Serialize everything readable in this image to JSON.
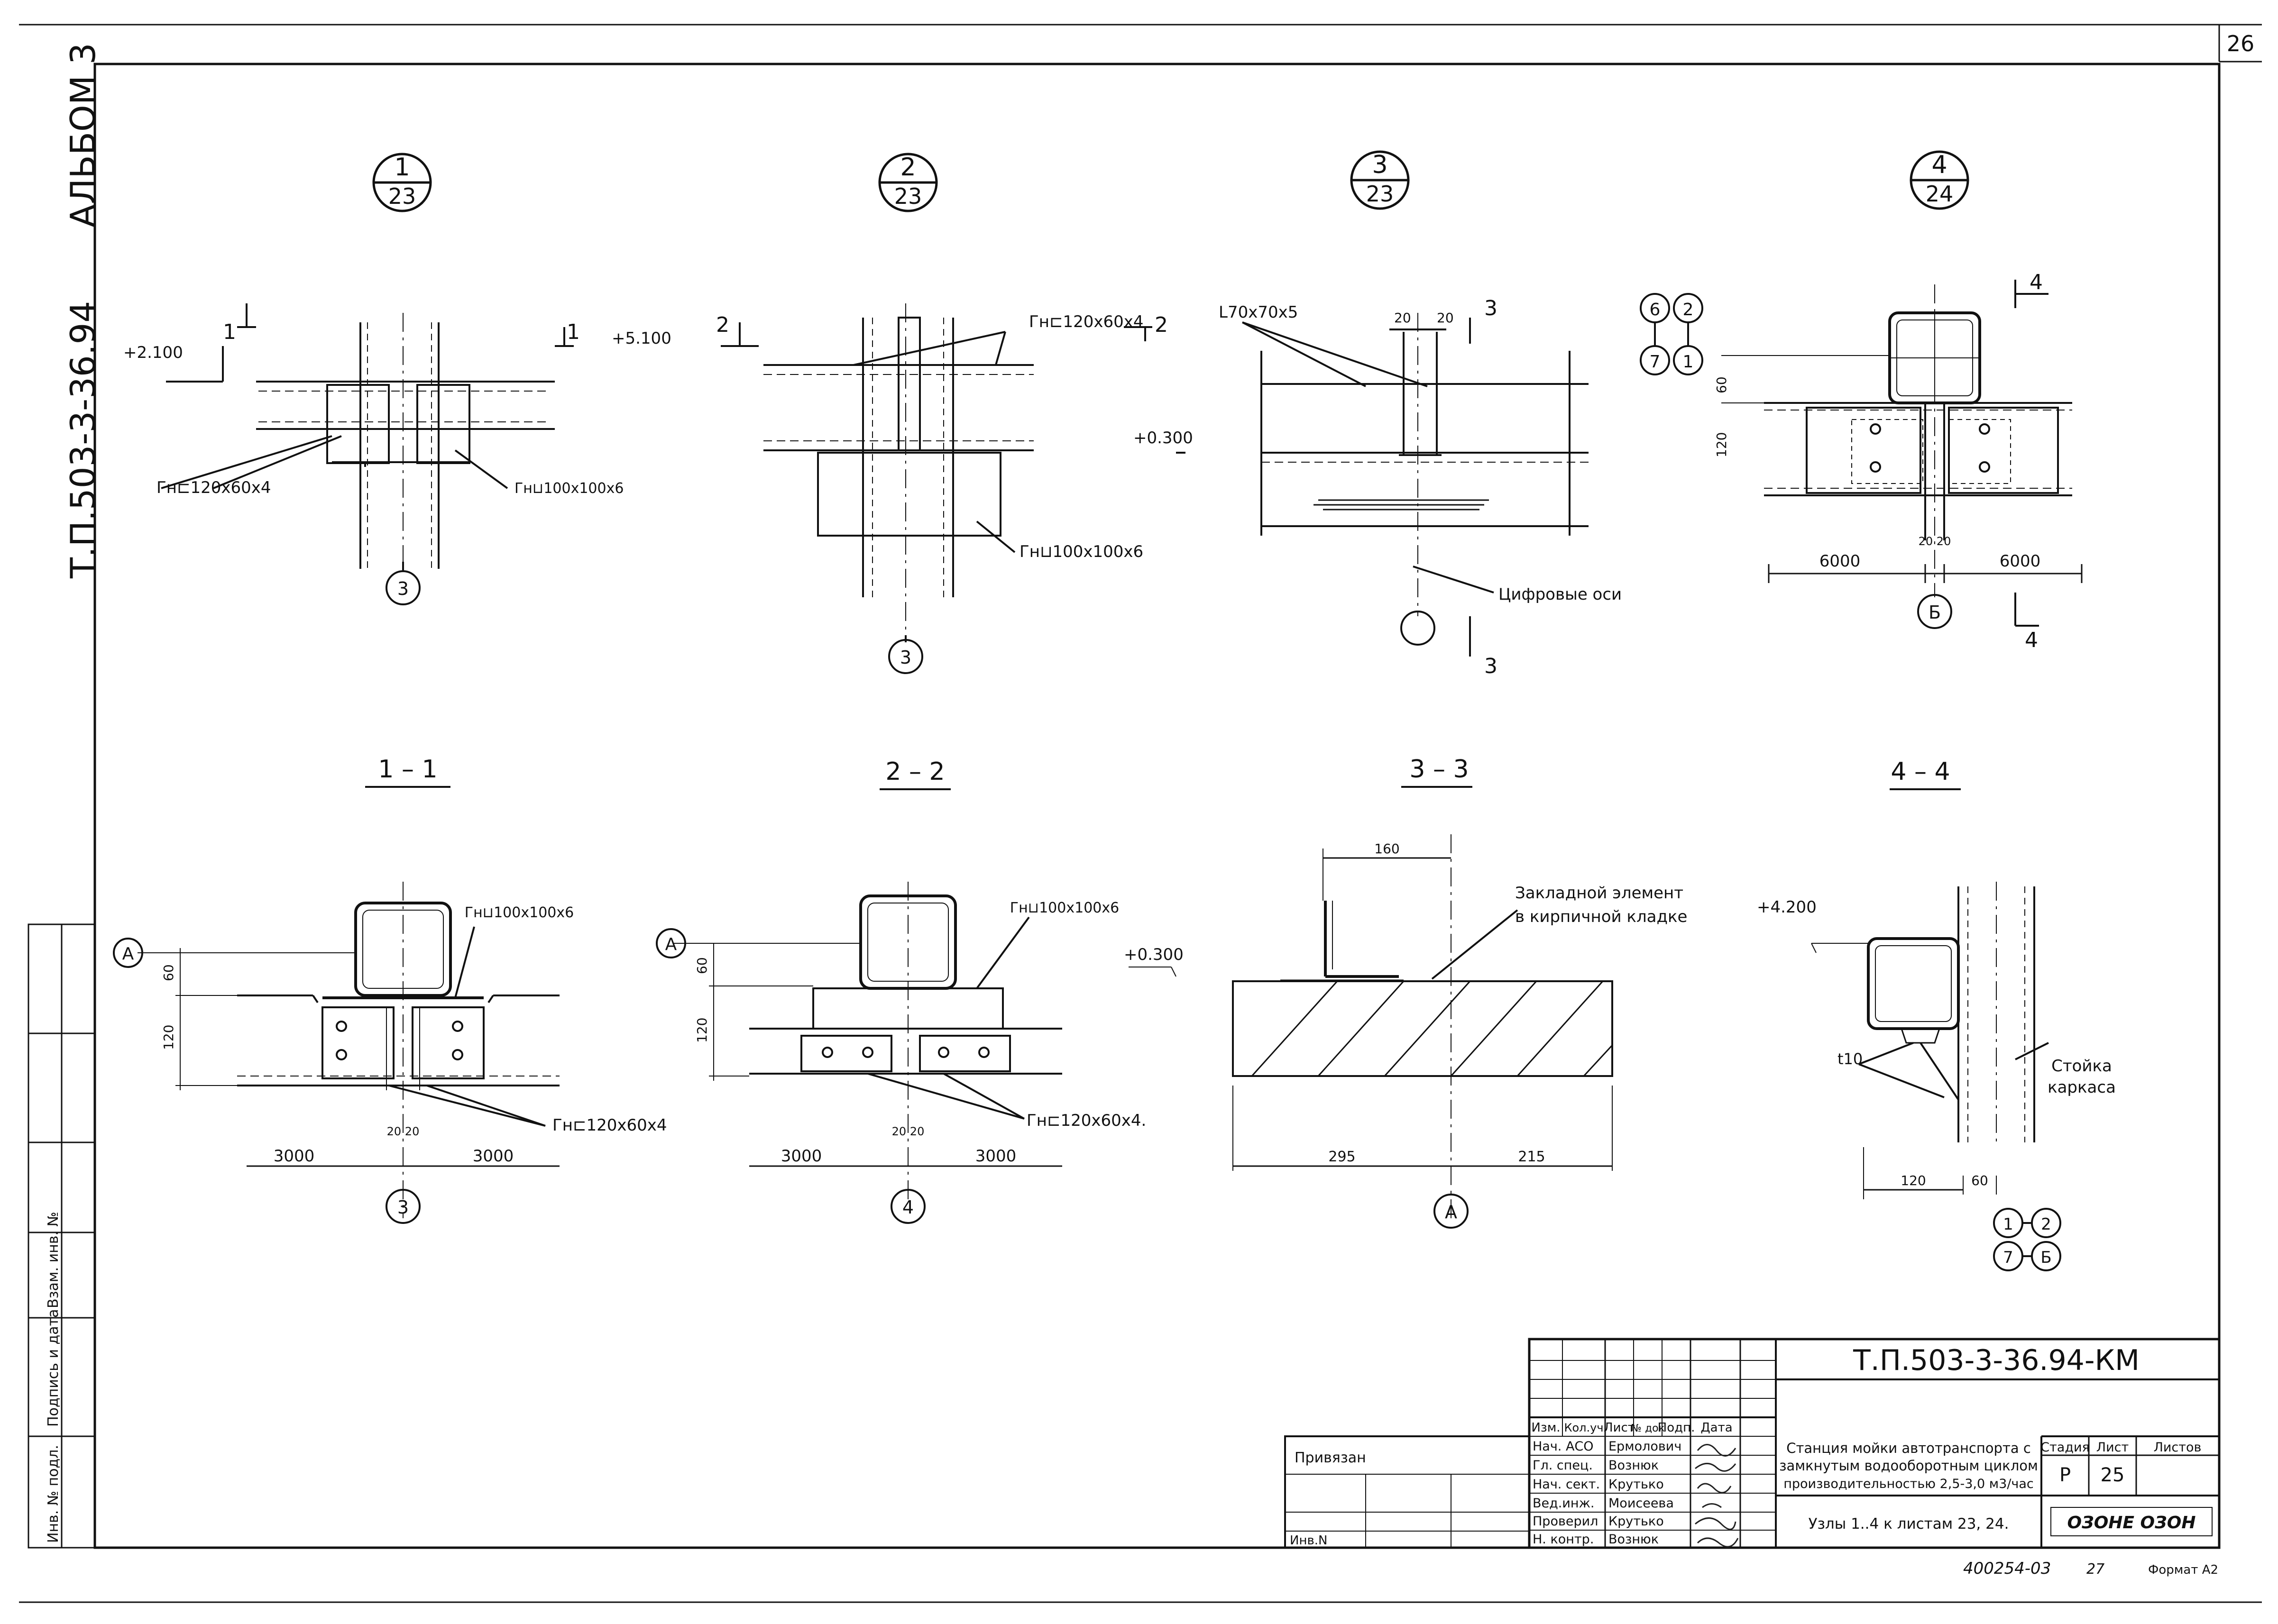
{
  "sheet": {
    "corner_number": "26",
    "album": "АЛЬБОМ 3",
    "project_code_vertical": "Т.П.503-3-36.94",
    "inv_column_labels": [
      "Инв. № подл.",
      "Подпись и дата",
      "Взам. инв. №"
    ]
  },
  "views": {
    "v1": {
      "marker_top": "1",
      "marker_bottom": "23",
      "elevation": "+2.100",
      "cut_label": "1",
      "label_left": "Гн⊏120х60х4",
      "label_right": "Гн⊔100х100х6",
      "axis": "3"
    },
    "v2": {
      "marker_top": "2",
      "marker_bottom": "23",
      "elevation": "+5.100",
      "cut_label": "2",
      "label_top": "Гн⊏120х60х4",
      "label_bottom": "Гн⊔100х100х6",
      "axis": "3"
    },
    "v3": {
      "marker_top": "3",
      "marker_bottom": "23",
      "elevation": "+0.300",
      "cut_label": "3",
      "angle_label": "L70х70х5",
      "dim_a": "20",
      "dim_b": "20",
      "axis_note": "Цифровые оси"
    },
    "v4": {
      "marker_top": "4",
      "marker_bottom": "24",
      "cut_label": "4",
      "bubbles": [
        "6",
        "2",
        "7",
        "1"
      ],
      "dim_60": "60",
      "dim_120": "120",
      "dim_gap": "20 20",
      "span_left": "6000",
      "span_right": "6000",
      "axis": "Б"
    }
  },
  "sections": {
    "s1": {
      "title": "1 – 1",
      "axis_top": "А",
      "dim_60": "60",
      "dim_120": "120",
      "label_top": "Гн⊔100х100х6",
      "label_bottom": "Гн⊏120х60х4",
      "dim_gap": "20 20",
      "span_left": "3000",
      "span_right": "3000",
      "axis": "3"
    },
    "s2": {
      "title": "2 – 2",
      "axis_top": "А",
      "dim_60": "60",
      "dim_120": "120",
      "label_top": "Гн⊔100х100х6",
      "label_bottom": "Гн⊏120х60х4.",
      "dim_gap": "20 20",
      "span_left": "3000",
      "span_right": "3000",
      "axis": "4"
    },
    "s3": {
      "title": "3 – 3",
      "elevation": "+0.300",
      "dim_top": "160",
      "note_line1": "Закладной элемент",
      "note_line2": "в кирпичной кладке",
      "span_left": "295",
      "span_right": "215",
      "axis": "А"
    },
    "s4": {
      "title": "4 – 4",
      "elevation": "+4.200",
      "note_line1": "Стойка",
      "note_line2": "каркаса",
      "thickness": "t10",
      "dim_120": "120",
      "dim_60": "60",
      "bubbles": [
        "1",
        "2",
        "7",
        "Б"
      ]
    }
  },
  "title_block": {
    "designation": "Т.П.503-3-36.94-КМ",
    "project_lines": [
      "Станция мойки автотранспорта с",
      "замкнутым водооборотным циклом",
      "производительностью 2,5-3,0 м3/час"
    ],
    "sheet_title": "Узлы 1..4 к листам 23, 24.",
    "col_headers": [
      "Изм.",
      "Кол.уч",
      "Лист",
      "№ док",
      "Подп.",
      "Дата"
    ],
    "roles": [
      {
        "role": "Нач. АСО",
        "name": "Ермолович"
      },
      {
        "role": "Гл. спец.",
        "name": "Вознюк"
      },
      {
        "role": "Нач. сект.",
        "name": "Крутько"
      },
      {
        "role": "Вед.инж.",
        "name": "Моисеева"
      },
      {
        "role": "Проверил",
        "name": "Крутько"
      },
      {
        "role": "Н. контр.",
        "name": "Вознюк"
      }
    ],
    "stage_header": "Стадия",
    "sheet_header": "Лист",
    "sheets_header": "Листов",
    "stage": "Р",
    "sheet": "25",
    "company": "ОЗОНЕ ОЗОН",
    "linked": "Привязан",
    "inv": "Инв.N"
  },
  "footer": {
    "archive": "400254-03",
    "copy": "27",
    "format": "Формат А2"
  }
}
